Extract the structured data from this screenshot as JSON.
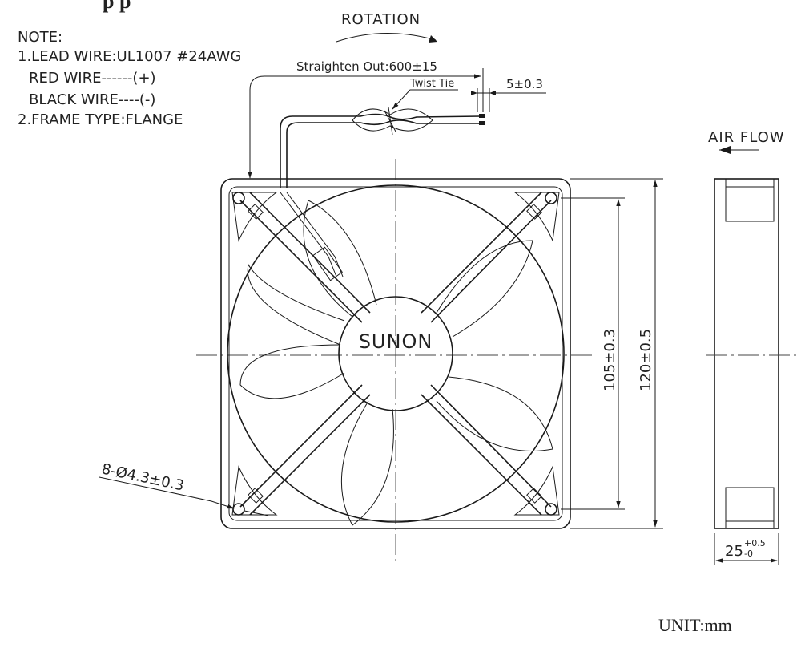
{
  "header_fragment": "p             p",
  "rotation_label": "ROTATION",
  "notes": {
    "title": "NOTE:",
    "line1": "1.LEAD WIRE:UL1007 #24AWG",
    "line2": "RED WIRE------(+)",
    "line3": "BLACK WIRE----(-)",
    "line4": "2.FRAME TYPE:FLANGE"
  },
  "wire": {
    "straighten_out": "Straighten Out:600±15",
    "twist_tie": "Twist Tie",
    "strip_length": "5±0.3"
  },
  "hub_label": "SUNON",
  "airflow_label": "AIR FLOW",
  "dimensions": {
    "hole_spacing": "105±0.3",
    "frame_size": "120±0.5",
    "mounting_holes": "8-Ø4.3±0.3",
    "thickness_base": "25",
    "thickness_upper": "+0.5",
    "thickness_lower": "-0"
  },
  "unit_label": "UNIT:mm"
}
